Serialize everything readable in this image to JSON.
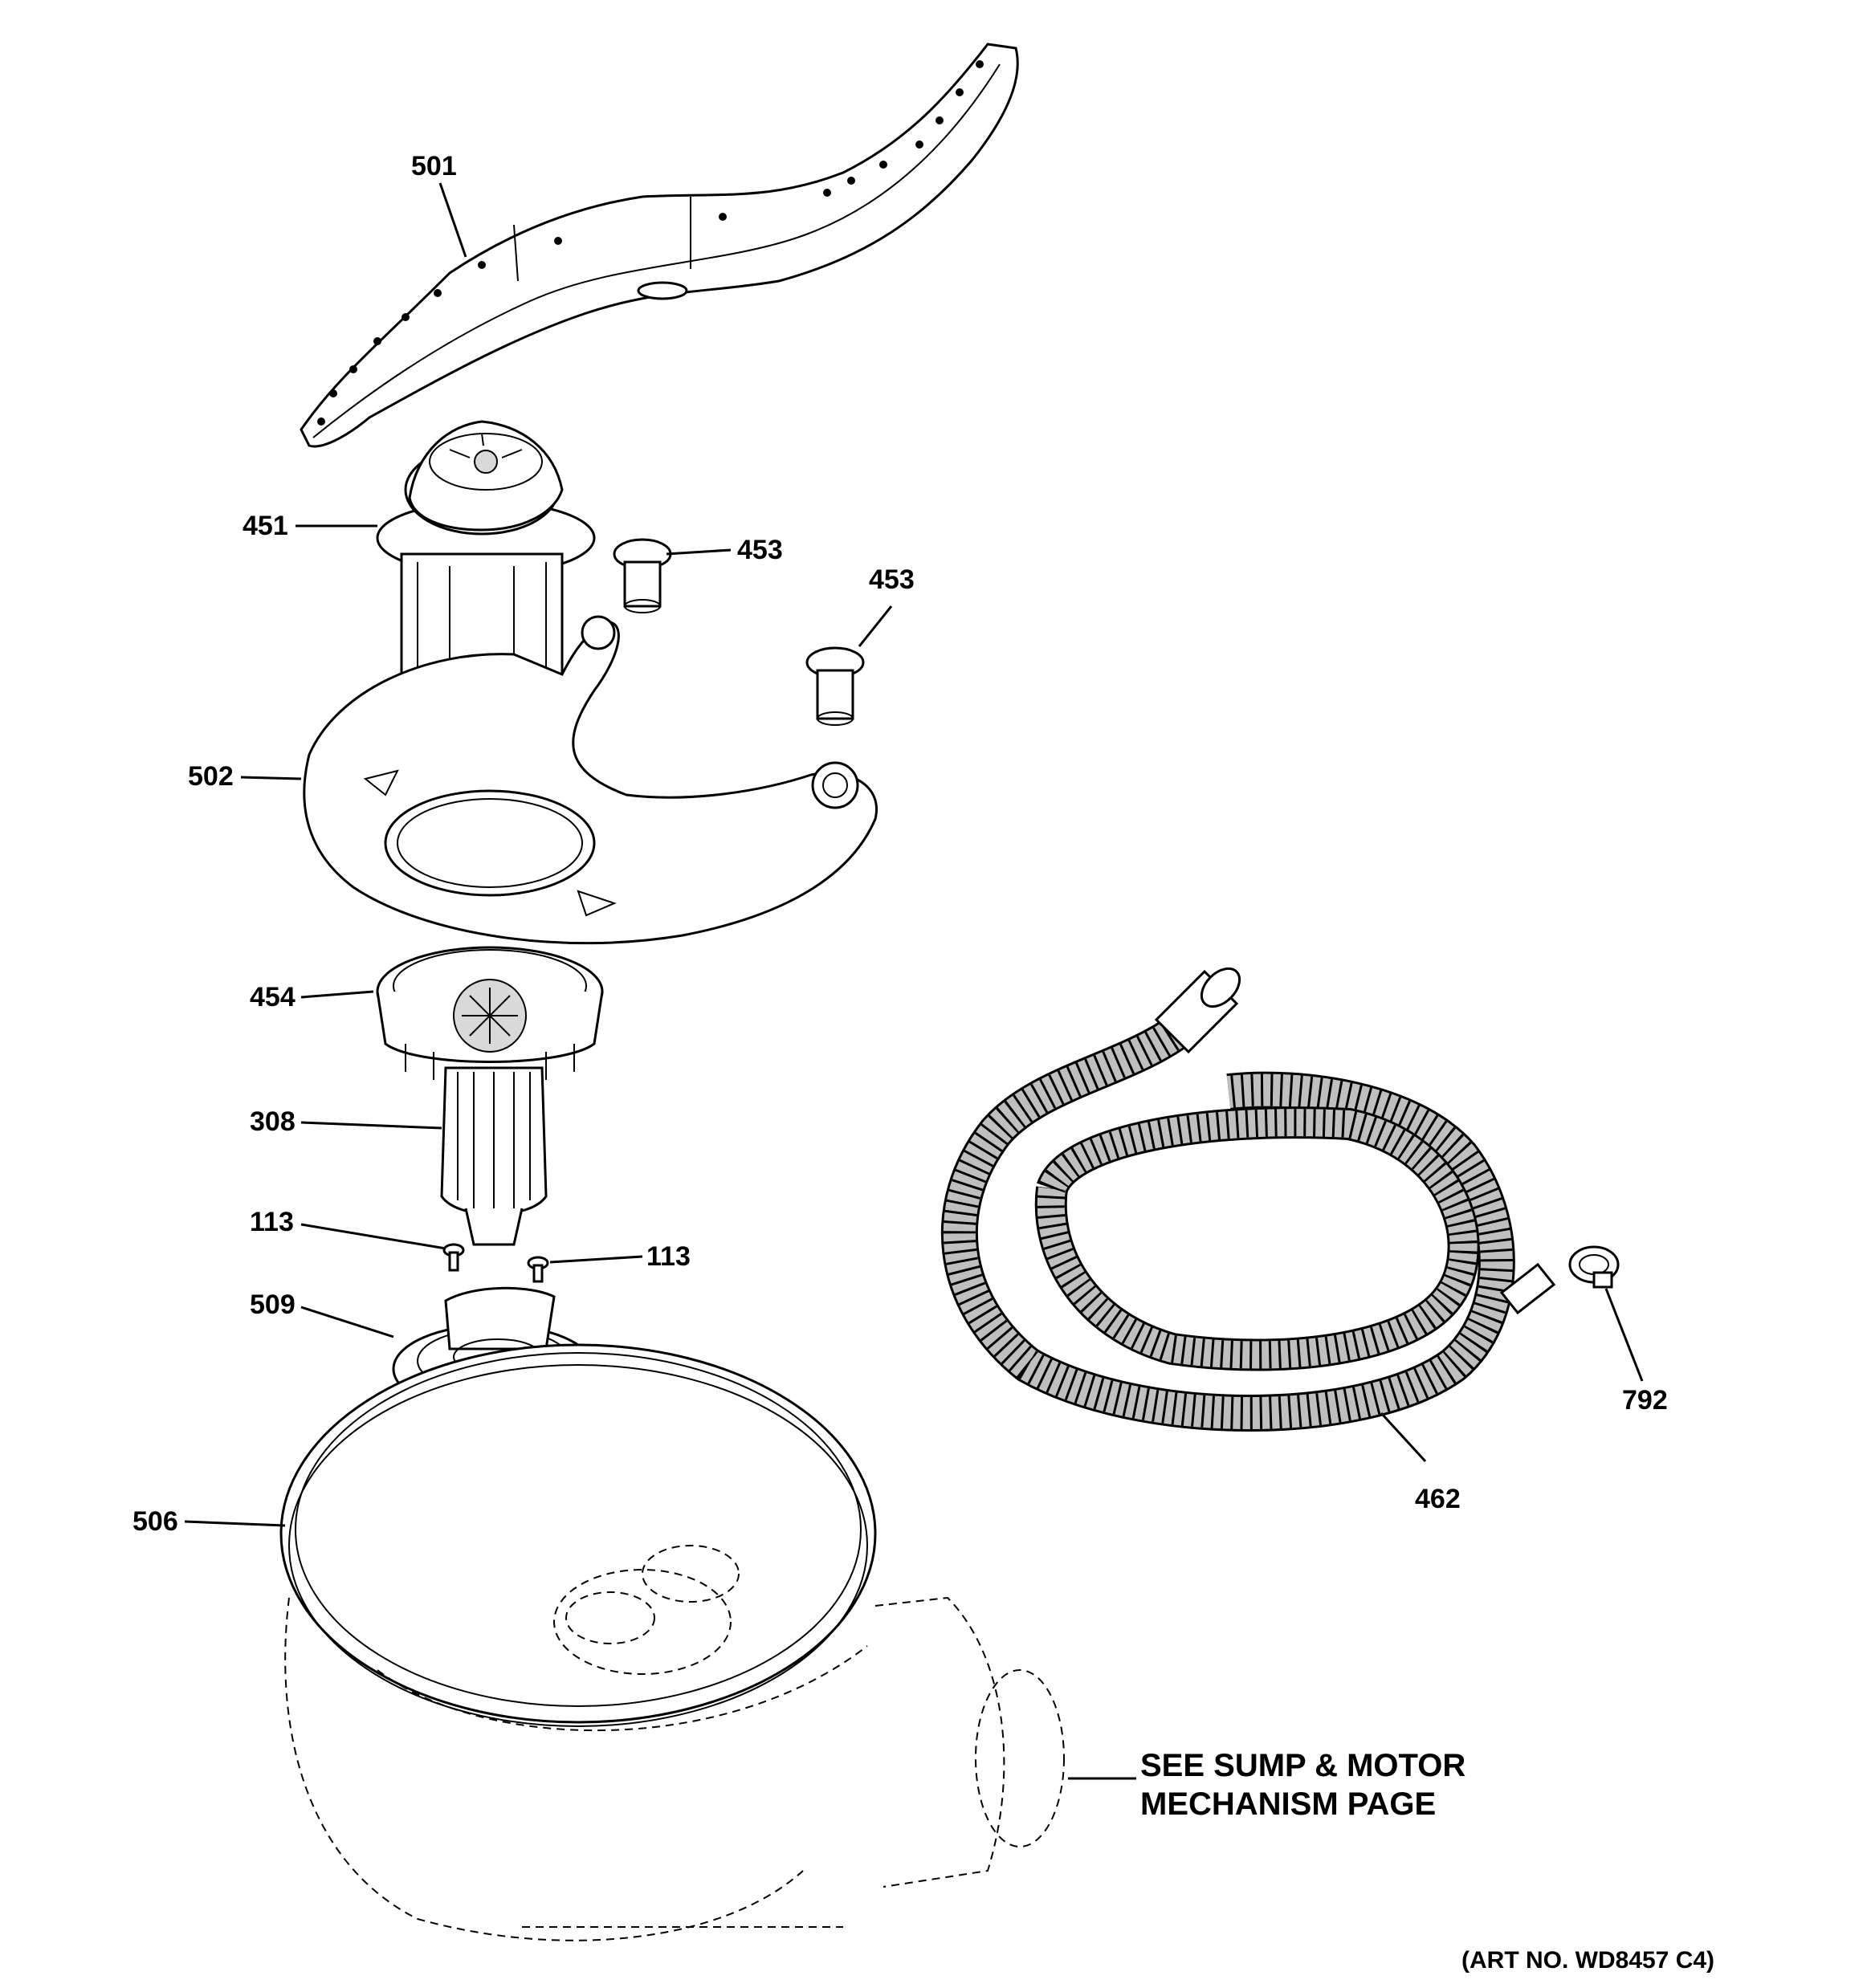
{
  "callouts": {
    "c501": "501",
    "c451": "451",
    "c453a": "453",
    "c453b": "453",
    "c502": "502",
    "c454": "454",
    "c308": "308",
    "c113a": "113",
    "c113b": "113",
    "c509": "509",
    "c506": "506",
    "c462": "462",
    "c792": "792"
  },
  "reference_note": {
    "line1": "SEE SUMP & MOTOR",
    "line2": "MECHANISM PAGE"
  },
  "art_number": "(ART NO. WD8457 C4)"
}
